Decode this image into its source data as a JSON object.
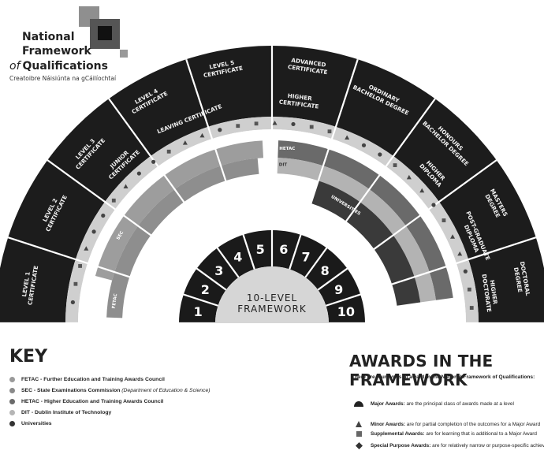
{
  "logo": {
    "line1": "National",
    "line2": "Framework",
    "line3_of": "of",
    "line3_rest": "Qualifications",
    "irish": "Creatoibre Náisiúnta na gCáilíochtaí"
  },
  "center": {
    "line1": "10-LEVEL",
    "line2": "FRAMEWORK"
  },
  "levels": [
    "1",
    "2",
    "3",
    "4",
    "5",
    "6",
    "7",
    "8",
    "9",
    "10"
  ],
  "awards": [
    {
      "id": "level1",
      "lines": [
        "LEVEL 1",
        "CERTIFICATE"
      ]
    },
    {
      "id": "level2",
      "lines": [
        "LEVEL 2",
        "CERTIFICATE"
      ]
    },
    {
      "id": "level3",
      "lines": [
        "LEVEL 3",
        "CERTIFICATE"
      ]
    },
    {
      "id": "junior",
      "lines": [
        "JUNIOR",
        "CERTIFICATE"
      ]
    },
    {
      "id": "level4",
      "lines": [
        "LEVEL 4",
        "CERTIFICATE"
      ]
    },
    {
      "id": "leaving",
      "lines": [
        "LEAVING CERTIFICATE"
      ]
    },
    {
      "id": "level5",
      "lines": [
        "LEVEL 5",
        "CERTIFICATE"
      ]
    },
    {
      "id": "advanced",
      "lines": [
        "ADVANCED",
        "CERTIFICATE"
      ]
    },
    {
      "id": "higher-cert",
      "lines": [
        "HIGHER",
        "CERTIFICATE"
      ]
    },
    {
      "id": "ordinary",
      "lines": [
        "ORDINARY",
        "BACHELOR DEGREE"
      ]
    },
    {
      "id": "honours",
      "lines": [
        "HONOURS",
        "BACHELOR DEGREE"
      ]
    },
    {
      "id": "higher-diploma",
      "lines": [
        "HIGHER",
        "DIPLOMA"
      ]
    },
    {
      "id": "masters",
      "lines": [
        "MASTERS",
        "DEGREE"
      ]
    },
    {
      "id": "pg-diploma",
      "lines": [
        "POST-GRADUATE",
        "DIPLOMA"
      ]
    },
    {
      "id": "doctoral",
      "lines": [
        "DOCTORAL",
        "DEGREE"
      ]
    },
    {
      "id": "higher-doctorate",
      "lines": [
        "HIGHER",
        "DOCTORATE"
      ]
    }
  ],
  "bodies": {
    "fetac": "FETAC",
    "sec": "SEC",
    "hetac": "HETAC",
    "dit": "DIT",
    "universities": "UNIVERSITIES"
  },
  "key": {
    "title": "KEY",
    "items": [
      {
        "abbr": "FETAC",
        "text": " - Further Education and Training Awards Council",
        "extra": "",
        "color": "#9a9a9a"
      },
      {
        "abbr": "SEC",
        "text": " - State Examinations Commission ",
        "extra": "(Department of Education & Science)",
        "color": "#8a8a8a"
      },
      {
        "abbr": "HETAC",
        "text": " - Higher Education and Training Awards Council",
        "extra": "",
        "color": "#6a6a6a"
      },
      {
        "abbr": "DIT",
        "text": " - Dublin Institute of Technology",
        "extra": "",
        "color": "#b5b5b5"
      },
      {
        "abbr": "Universities",
        "text": "",
        "extra": "",
        "color": "#333333"
      }
    ]
  },
  "awards_panel": {
    "title": "AWARDS IN THE FRAMEWORK",
    "intro": "There are four types of award in the National Framework of Qualifications:",
    "items": [
      {
        "name": "Major Awards:",
        "desc": " are the principal class of awards made at a level",
        "symbol": "dome-icon"
      },
      {
        "name": "Minor Awards:",
        "desc": " are for partial completion of the outcomes for a Major Award",
        "symbol": "triangle-icon"
      },
      {
        "name": "Supplemental Awards:",
        "desc": " are for learning that is additional to a Major Award",
        "symbol": "square-icon"
      },
      {
        "name": "Special Purpose Awards:",
        "desc": " are for relatively narrow or purpose-specific achievement",
        "symbol": "diamond-icon"
      }
    ]
  }
}
